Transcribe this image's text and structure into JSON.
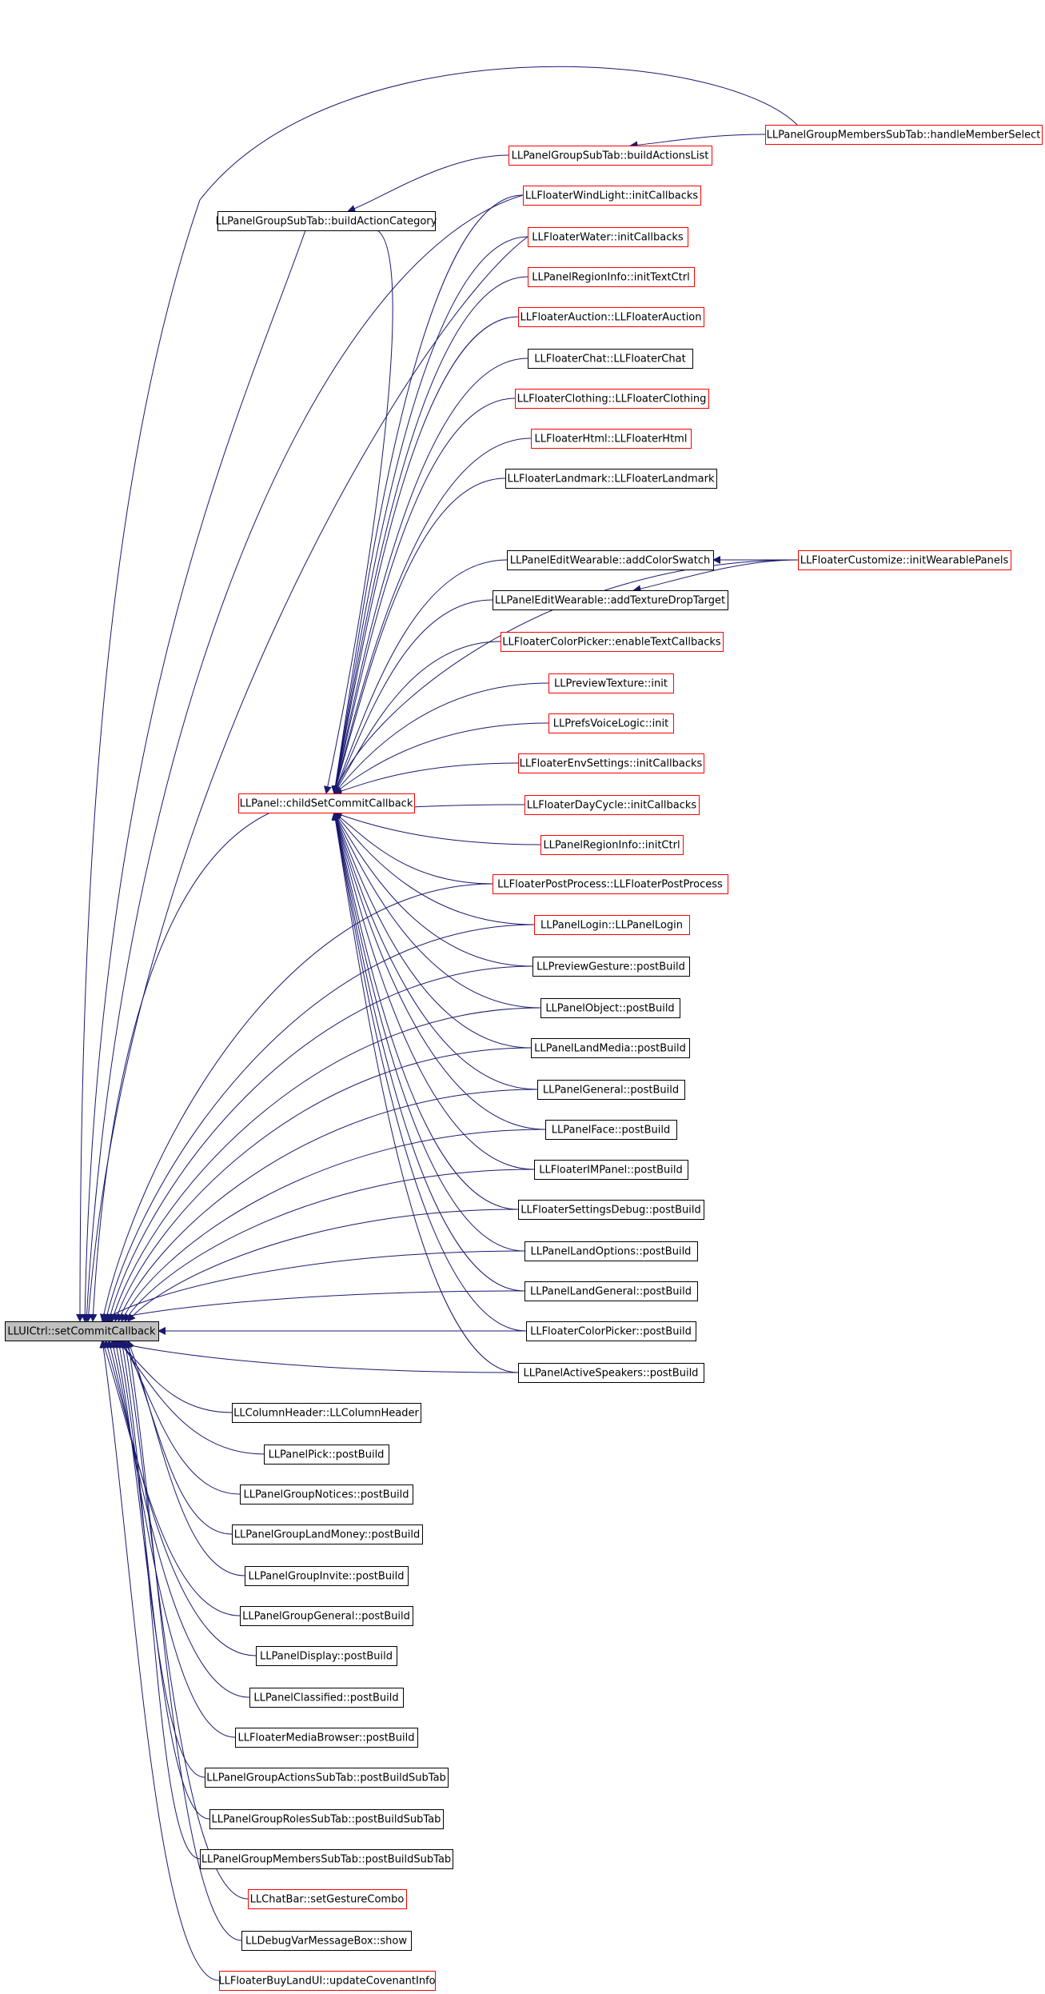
{
  "graph": {
    "colors": {
      "edge": "#191970",
      "node_border_black": "#000000",
      "node_border_red": "#ff0000",
      "root_fill": "#c0c0c0",
      "node_fill": "#ffffff"
    },
    "nodes": [
      {
        "id": "root",
        "label": "LLUICtrl::setCommitCallback",
        "border": "black",
        "root": true
      },
      {
        "id": "childSetCommit",
        "label": "LLPanel::childSetCommitCallback",
        "border": "red"
      },
      {
        "id": "membersSelect",
        "label": "LLPanelGroupMembersSubTab::handleMemberSelect",
        "border": "red"
      },
      {
        "id": "buildActionsList",
        "label": "LLPanelGroupSubTab::buildActionsList",
        "border": "red"
      },
      {
        "id": "buildActionCategory",
        "label": "LLPanelGroupSubTab::buildActionCategory",
        "border": "black"
      },
      {
        "id": "windlight",
        "label": "LLFloaterWindLight::initCallbacks",
        "border": "red"
      },
      {
        "id": "water",
        "label": "LLFloaterWater::initCallbacks",
        "border": "red"
      },
      {
        "id": "regionTextCtrl",
        "label": "LLPanelRegionInfo::initTextCtrl",
        "border": "red"
      },
      {
        "id": "auction",
        "label": "LLFloaterAuction::LLFloaterAuction",
        "border": "red"
      },
      {
        "id": "chat",
        "label": "LLFloaterChat::LLFloaterChat",
        "border": "black"
      },
      {
        "id": "clothing",
        "label": "LLFloaterClothing::LLFloaterClothing",
        "border": "red"
      },
      {
        "id": "html",
        "label": "LLFloaterHtml::LLFloaterHtml",
        "border": "red"
      },
      {
        "id": "landmark",
        "label": "LLFloaterLandmark::LLFloaterLandmark",
        "border": "black"
      },
      {
        "id": "addColorSwatch",
        "label": "LLPanelEditWearable::addColorSwatch",
        "border": "black"
      },
      {
        "id": "customize",
        "label": "LLFloaterCustomize::initWearablePanels",
        "border": "red"
      },
      {
        "id": "addTextureDrop",
        "label": "LLPanelEditWearable::addTextureDropTarget",
        "border": "black"
      },
      {
        "id": "colorPickerText",
        "label": "LLFloaterColorPicker::enableTextCallbacks",
        "border": "red"
      },
      {
        "id": "previewTexture",
        "label": "LLPreviewTexture::init",
        "border": "red"
      },
      {
        "id": "prefsVoice",
        "label": "LLPrefsVoiceLogic::init",
        "border": "red"
      },
      {
        "id": "envSettings",
        "label": "LLFloaterEnvSettings::initCallbacks",
        "border": "red"
      },
      {
        "id": "dayCycle",
        "label": "LLFloaterDayCycle::initCallbacks",
        "border": "red"
      },
      {
        "id": "regionInitCtrl",
        "label": "LLPanelRegionInfo::initCtrl",
        "border": "red"
      },
      {
        "id": "postProcess",
        "label": "LLFloaterPostProcess::LLFloaterPostProcess",
        "border": "red"
      },
      {
        "id": "login",
        "label": "LLPanelLogin::LLPanelLogin",
        "border": "red"
      },
      {
        "id": "previewGesture",
        "label": "LLPreviewGesture::postBuild",
        "border": "black"
      },
      {
        "id": "panelObject",
        "label": "LLPanelObject::postBuild",
        "border": "black"
      },
      {
        "id": "landMedia",
        "label": "LLPanelLandMedia::postBuild",
        "border": "black"
      },
      {
        "id": "panelGeneral",
        "label": "LLPanelGeneral::postBuild",
        "border": "black"
      },
      {
        "id": "panelFace",
        "label": "LLPanelFace::postBuild",
        "border": "black"
      },
      {
        "id": "imPanel",
        "label": "LLFloaterIMPanel::postBuild",
        "border": "black"
      },
      {
        "id": "settingsDebug",
        "label": "LLFloaterSettingsDebug::postBuild",
        "border": "black"
      },
      {
        "id": "landOptions",
        "label": "LLPanelLandOptions::postBuild",
        "border": "black"
      },
      {
        "id": "landGeneral",
        "label": "LLPanelLandGeneral::postBuild",
        "border": "black"
      },
      {
        "id": "colorPickerPost",
        "label": "LLFloaterColorPicker::postBuild",
        "border": "black"
      },
      {
        "id": "activeSpeakers",
        "label": "LLPanelActiveSpeakers::postBuild",
        "border": "black"
      },
      {
        "id": "columnHeader",
        "label": "LLColumnHeader::LLColumnHeader",
        "border": "black"
      },
      {
        "id": "panelPick",
        "label": "LLPanelPick::postBuild",
        "border": "black"
      },
      {
        "id": "groupNotices",
        "label": "LLPanelGroupNotices::postBuild",
        "border": "black"
      },
      {
        "id": "groupLandMoney",
        "label": "LLPanelGroupLandMoney::postBuild",
        "border": "black"
      },
      {
        "id": "groupInvite",
        "label": "LLPanelGroupInvite::postBuild",
        "border": "black"
      },
      {
        "id": "groupGeneral",
        "label": "LLPanelGroupGeneral::postBuild",
        "border": "black"
      },
      {
        "id": "panelDisplay",
        "label": "LLPanelDisplay::postBuild",
        "border": "black"
      },
      {
        "id": "panelClassified",
        "label": "LLPanelClassified::postBuild",
        "border": "black"
      },
      {
        "id": "mediaBrowser",
        "label": "LLFloaterMediaBrowser::postBuild",
        "border": "black"
      },
      {
        "id": "actionsSubTab",
        "label": "LLPanelGroupActionsSubTab::postBuildSubTab",
        "border": "black"
      },
      {
        "id": "rolesSubTab",
        "label": "LLPanelGroupRolesSubTab::postBuildSubTab",
        "border": "black"
      },
      {
        "id": "membersSubTab",
        "label": "LLPanelGroupMembersSubTab::postBuildSubTab",
        "border": "black"
      },
      {
        "id": "chatBar",
        "label": "LLChatBar::setGestureCombo",
        "border": "red"
      },
      {
        "id": "debugVar",
        "label": "LLDebugVarMessageBox::show",
        "border": "black"
      },
      {
        "id": "buyLand",
        "label": "LLFloaterBuyLandUI::updateCovenantInfo",
        "border": "red"
      }
    ],
    "edges": [
      [
        "membersSelect",
        "buildActionsList"
      ],
      [
        "buildActionsList",
        "buildActionCategory"
      ],
      [
        "customize",
        "addColorSwatch"
      ],
      [
        "customize",
        "addTextureDrop"
      ],
      [
        "membersSelect",
        "root"
      ],
      [
        "buildActionCategory",
        "root"
      ],
      [
        "windlight",
        "root"
      ],
      [
        "water",
        "root"
      ],
      [
        "childSetCommit",
        "root"
      ],
      [
        "postProcess",
        "root"
      ],
      [
        "login",
        "root"
      ],
      [
        "previewGesture",
        "root"
      ],
      [
        "panelObject",
        "root"
      ],
      [
        "landMedia",
        "root"
      ],
      [
        "panelGeneral",
        "root"
      ],
      [
        "panelFace",
        "root"
      ],
      [
        "imPanel",
        "root"
      ],
      [
        "settingsDebug",
        "root"
      ],
      [
        "landOptions",
        "root"
      ],
      [
        "landGeneral",
        "root"
      ],
      [
        "colorPickerPost",
        "root"
      ],
      [
        "activeSpeakers",
        "root"
      ],
      [
        "columnHeader",
        "root"
      ],
      [
        "panelPick",
        "root"
      ],
      [
        "groupNotices",
        "root"
      ],
      [
        "groupLandMoney",
        "root"
      ],
      [
        "groupInvite",
        "root"
      ],
      [
        "groupGeneral",
        "root"
      ],
      [
        "panelDisplay",
        "root"
      ],
      [
        "panelClassified",
        "root"
      ],
      [
        "mediaBrowser",
        "root"
      ],
      [
        "actionsSubTab",
        "root"
      ],
      [
        "rolesSubTab",
        "root"
      ],
      [
        "membersSubTab",
        "root"
      ],
      [
        "chatBar",
        "root"
      ],
      [
        "debugVar",
        "root"
      ],
      [
        "buyLand",
        "root"
      ],
      [
        "windlight",
        "childSetCommit"
      ],
      [
        "water",
        "childSetCommit"
      ],
      [
        "regionTextCtrl",
        "childSetCommit"
      ],
      [
        "auction",
        "childSetCommit"
      ],
      [
        "chat",
        "childSetCommit"
      ],
      [
        "clothing",
        "childSetCommit"
      ],
      [
        "html",
        "childSetCommit"
      ],
      [
        "landmark",
        "childSetCommit"
      ],
      [
        "customize",
        "childSetCommit"
      ],
      [
        "addColorSwatch",
        "childSetCommit"
      ],
      [
        "addTextureDrop",
        "childSetCommit"
      ],
      [
        "colorPickerText",
        "childSetCommit"
      ],
      [
        "previewTexture",
        "childSetCommit"
      ],
      [
        "prefsVoice",
        "childSetCommit"
      ],
      [
        "envSettings",
        "childSetCommit"
      ],
      [
        "dayCycle",
        "childSetCommit"
      ],
      [
        "regionInitCtrl",
        "childSetCommit"
      ],
      [
        "postProcess",
        "childSetCommit"
      ],
      [
        "login",
        "childSetCommit"
      ],
      [
        "previewGesture",
        "childSetCommit"
      ],
      [
        "panelObject",
        "childSetCommit"
      ],
      [
        "landMedia",
        "childSetCommit"
      ],
      [
        "panelGeneral",
        "childSetCommit"
      ],
      [
        "panelFace",
        "childSetCommit"
      ],
      [
        "imPanel",
        "childSetCommit"
      ],
      [
        "settingsDebug",
        "childSetCommit"
      ],
      [
        "landOptions",
        "childSetCommit"
      ],
      [
        "landGeneral",
        "childSetCommit"
      ],
      [
        "colorPickerPost",
        "childSetCommit"
      ],
      [
        "activeSpeakers",
        "childSetCommit"
      ],
      [
        "buildActionCategory",
        "childSetCommit"
      ]
    ]
  }
}
